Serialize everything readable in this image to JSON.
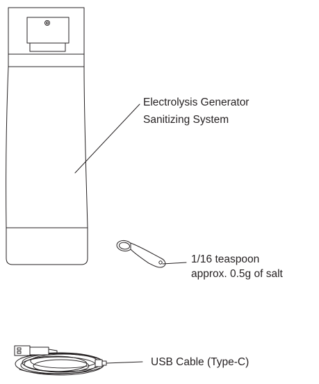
{
  "labels": {
    "generator": {
      "line1": "Electrolysis Generator",
      "line2": "Sanitizing System"
    },
    "teaspoon": {
      "line1": "1/16 teaspoon",
      "line2": "approx. 0.5g of salt"
    },
    "cable": {
      "line1": "USB Cable (Type-C)"
    }
  },
  "icons": {
    "bottle": "spray-bottle-icon",
    "spoon": "measuring-spoon-icon",
    "cable": "usb-cable-icon"
  },
  "colors": {
    "ink": "#231f20",
    "background": "#ffffff"
  }
}
